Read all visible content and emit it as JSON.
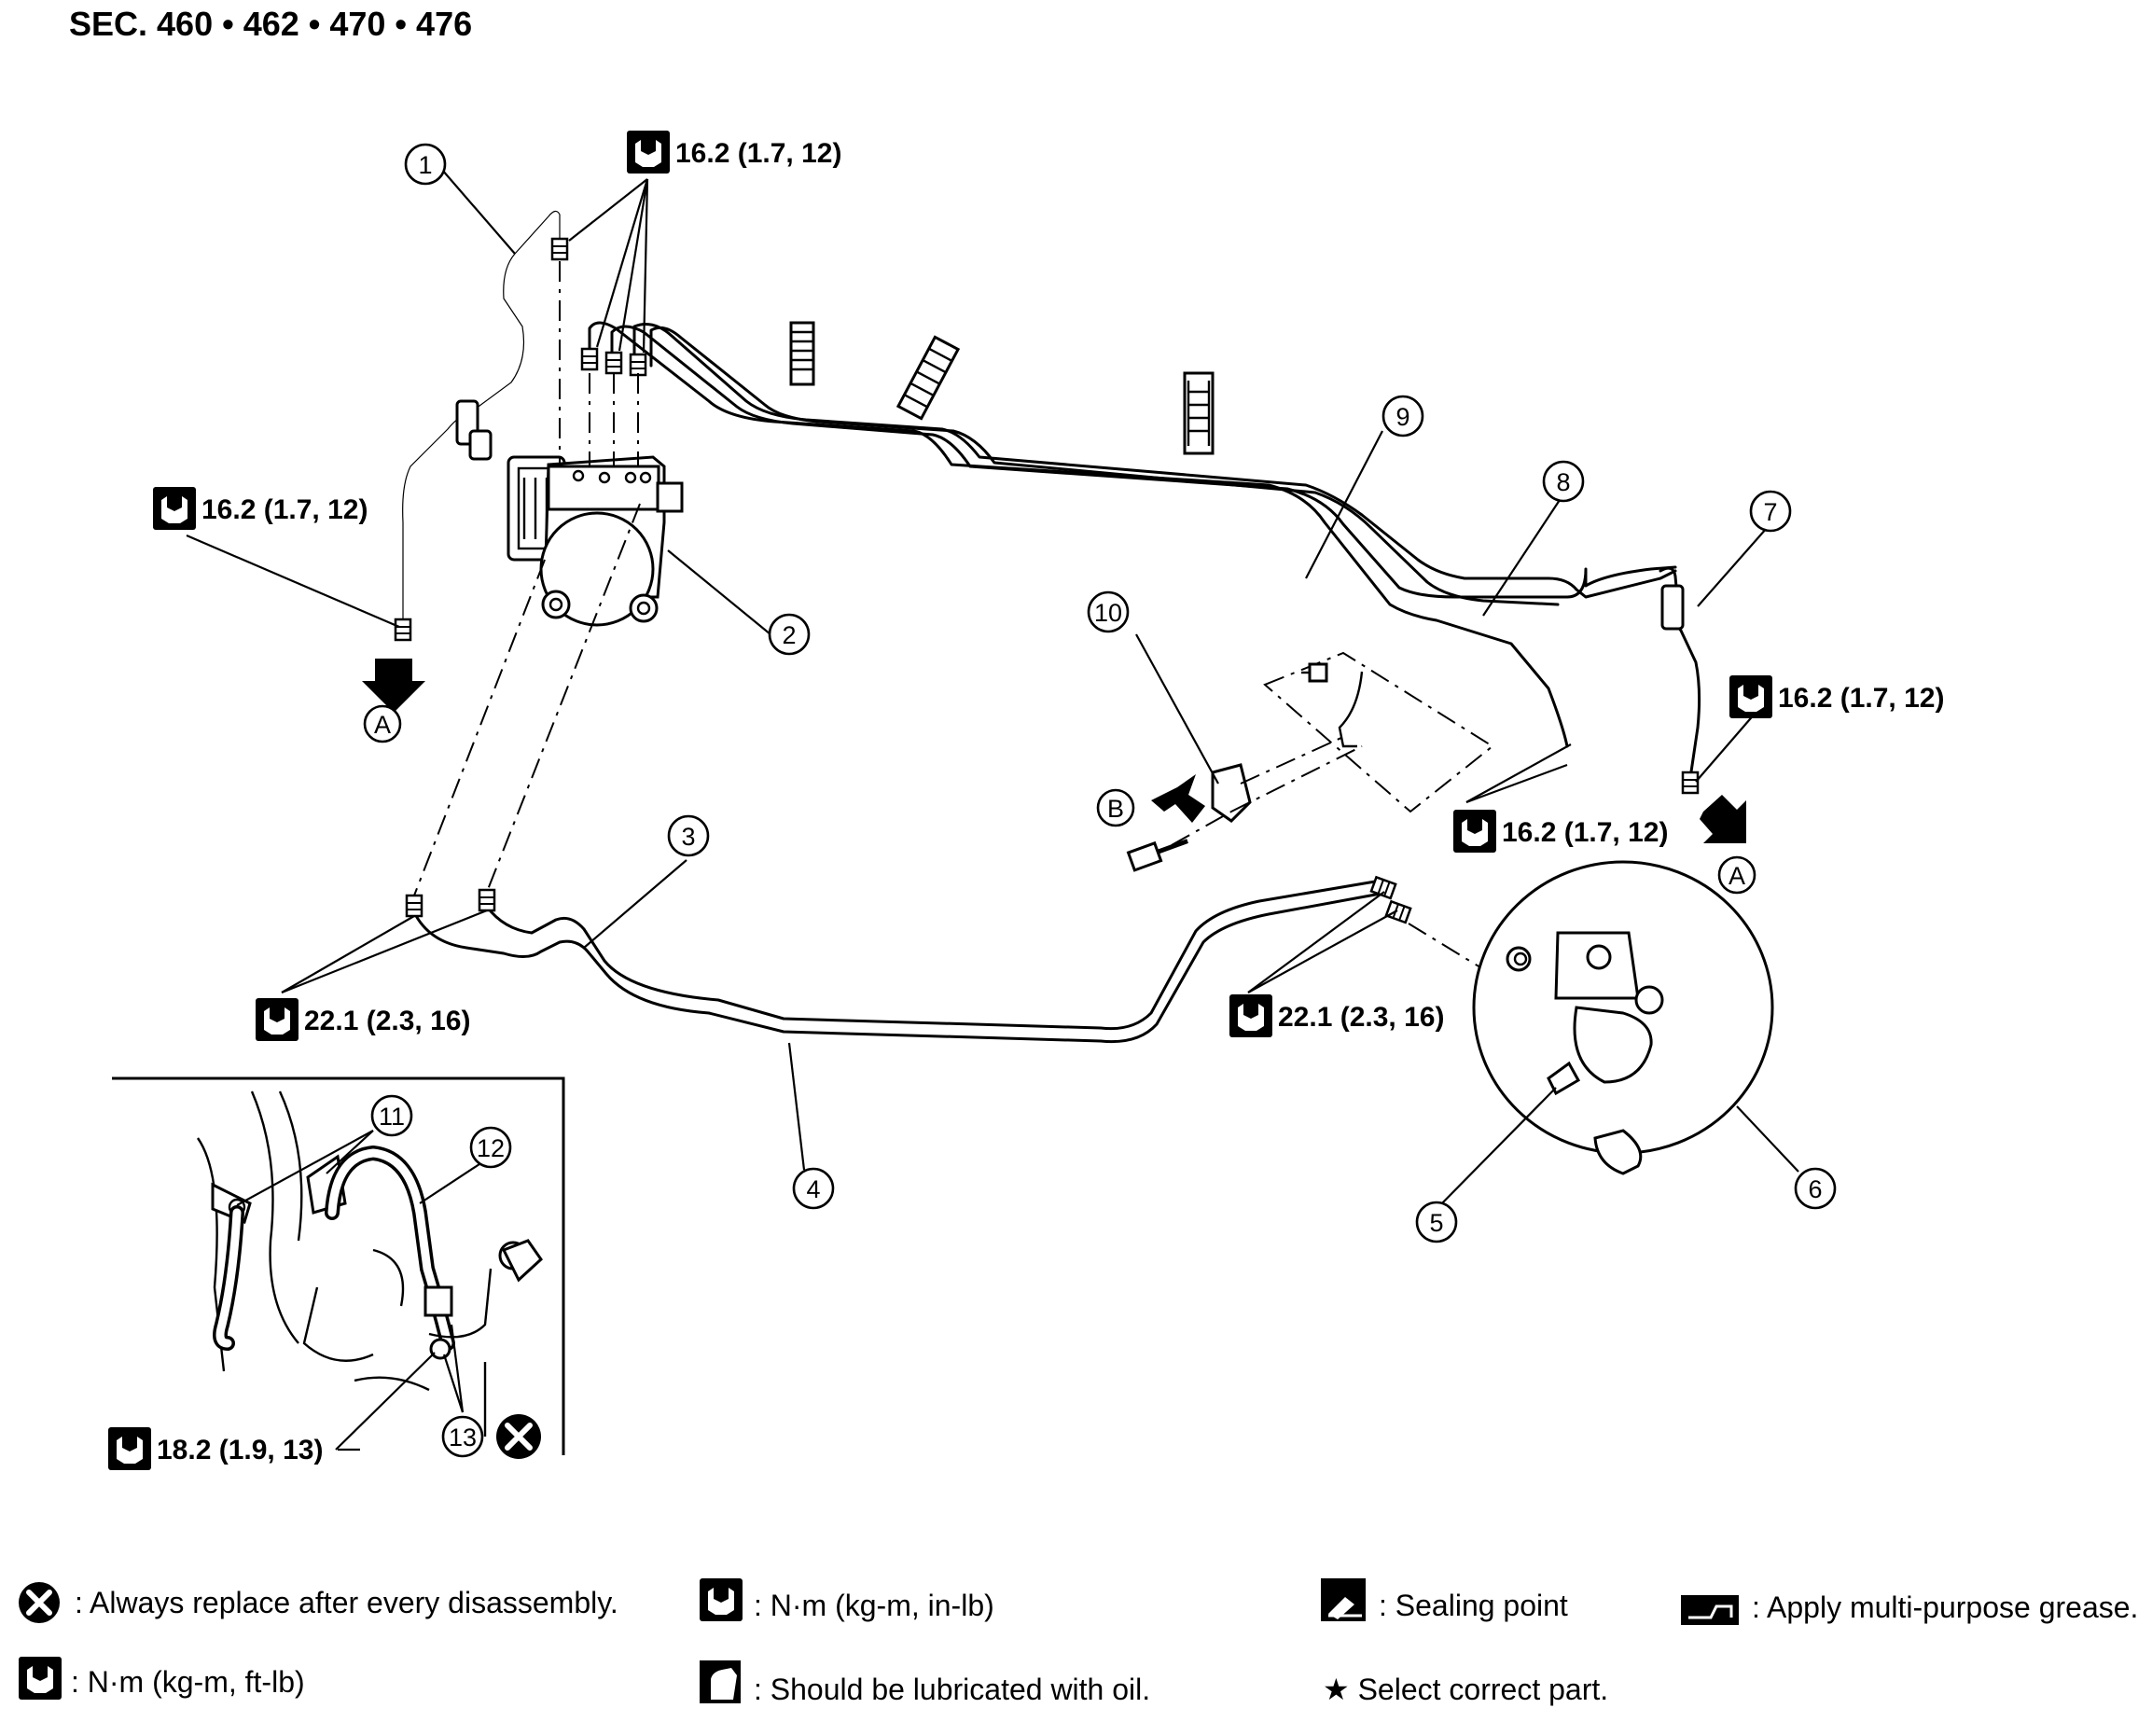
{
  "header": {
    "section": "SEC. 460 • 462 • 470 • 476"
  },
  "callouts": [
    "1",
    "2",
    "3",
    "4",
    "5",
    "6",
    "7",
    "8",
    "9",
    "10",
    "11",
    "12",
    "13"
  ],
  "arrow_labels": {
    "a_left": "A",
    "a_right": "A",
    "b": "B"
  },
  "torques": {
    "t_top": "16.2 (1.7, 12)",
    "t_left": "16.2 (1.7, 12)",
    "t_right": "16.2 (1.7, 12)",
    "t_mid": "16.2 (1.7, 12)",
    "t_bottom_left": "22.1 (2.3, 16)",
    "t_bottom_right": "22.1 (2.3, 16)",
    "t_inset": "18.2 (1.9, 13)"
  },
  "legend": {
    "replace": ": Always replace after every disassembly.",
    "nm_ftlb": ": N·m (kg-m, ft-lb)",
    "nm_inlb": ": N·m (kg-m, in-lb)",
    "oil": ": Should be lubricated with oil.",
    "sealing": ": Sealing point",
    "select": "★ Select correct part.",
    "grease": ": Apply multi-purpose grease."
  },
  "icons": {
    "torque_wrench": "torque-wrench-icon",
    "replace": "replace-x-icon",
    "oil": "oil-can-icon",
    "sealing": "sealing-point-icon",
    "grease": "grease-icon"
  }
}
